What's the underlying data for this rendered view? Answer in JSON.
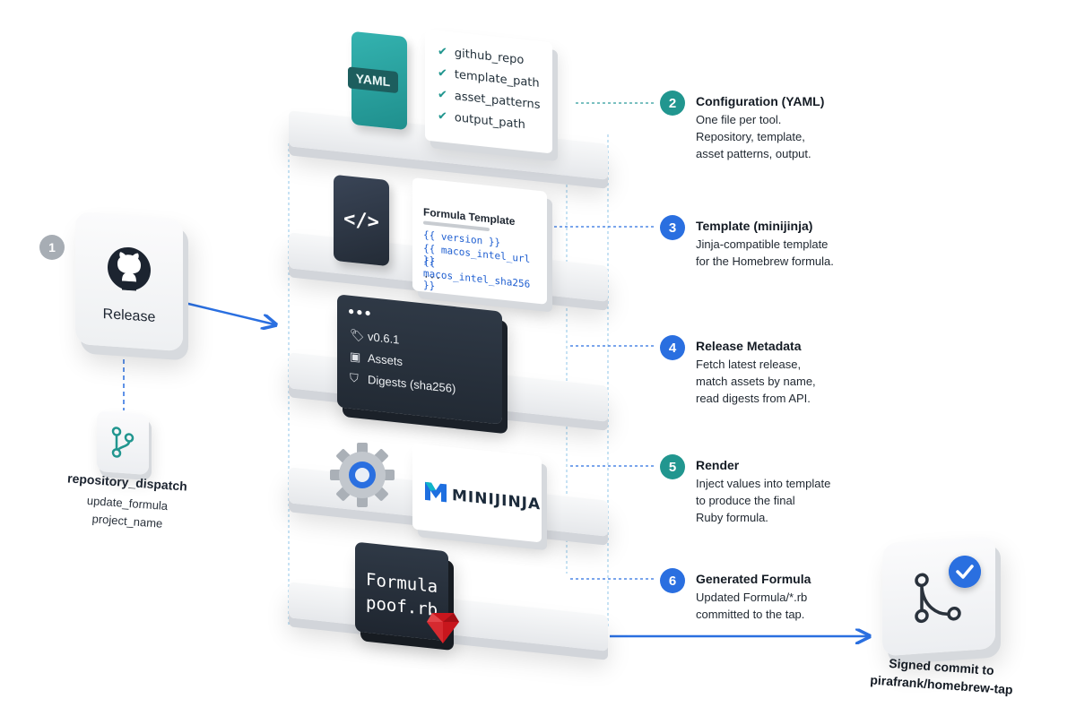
{
  "source": {
    "step_number": "1",
    "label": "Release",
    "trigger": {
      "title": "repository_dispatch",
      "lines": [
        "update_formula",
        "project_name"
      ]
    }
  },
  "layers": {
    "config": {
      "file_label": "YAML",
      "fields": [
        "github_repo",
        "template_path",
        "asset_patterns",
        "output_path"
      ]
    },
    "template": {
      "card_title": "Formula Template",
      "code_lines": [
        "{{ version }}",
        "{{ macos_intel_url }}",
        "{{ macos_intel_sha256 }}",
        "..."
      ]
    },
    "metadata": {
      "rows": [
        "v0.6.1",
        "Assets",
        "Digests (sha256)"
      ]
    },
    "render": {
      "engine_label": "MINIJINJA"
    },
    "output": {
      "lines": [
        "Formula",
        "poof.rb"
      ]
    }
  },
  "steps": [
    {
      "number": "2",
      "title": "Configuration (YAML)",
      "lines": [
        "One file per tool.",
        "Repository, template,",
        "asset patterns, output."
      ]
    },
    {
      "number": "3",
      "title": "Template (minijinja)",
      "lines": [
        "Jinja-compatible template",
        "for the Homebrew formula."
      ]
    },
    {
      "number": "4",
      "title": "Release Metadata",
      "lines": [
        "Fetch latest release,",
        "match assets by name,",
        "read digests from API."
      ]
    },
    {
      "number": "5",
      "title": "Render",
      "lines": [
        "Inject values into template",
        "to produce the final",
        "Ruby formula."
      ]
    },
    {
      "number": "6",
      "title": "Generated Formula",
      "lines": [
        "Updated Formula/*.rb",
        "committed to the tap."
      ]
    }
  ],
  "destination": {
    "lines": [
      "Signed commit to",
      "pirafrank/homebrew-tap"
    ]
  },
  "colors": {
    "accent": "#2a6fe0",
    "teal": "#21968f",
    "badge_grey": "#a7adb4",
    "dark_card": "#2a333f"
  }
}
